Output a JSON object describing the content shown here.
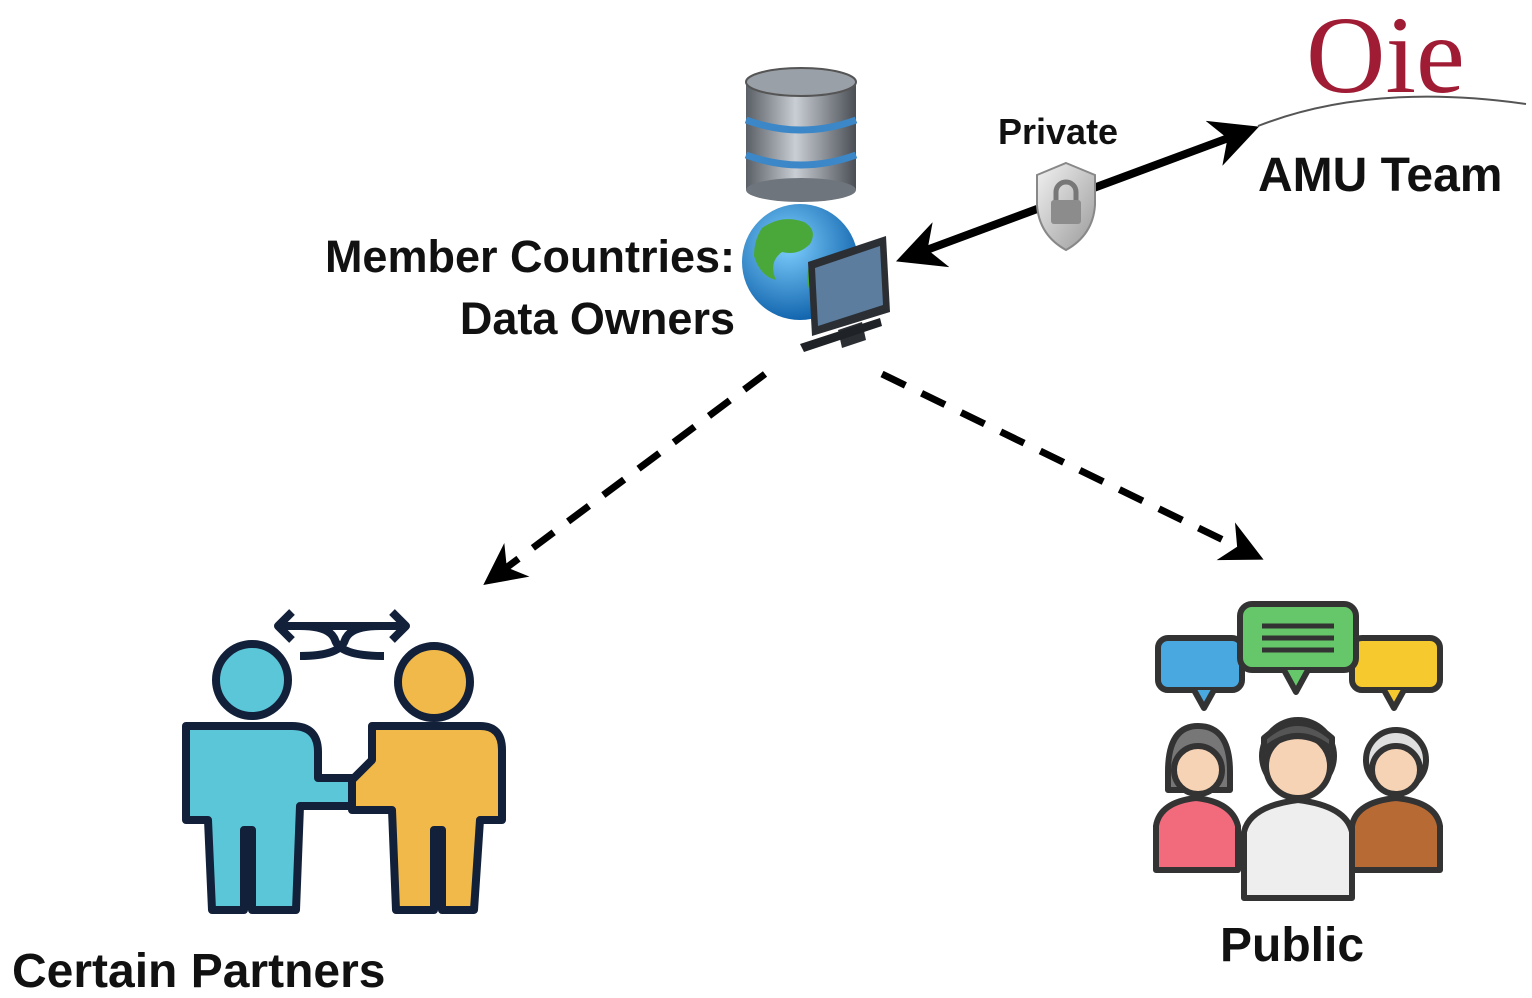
{
  "diagram": {
    "owners": {
      "line1": "Member Countries:",
      "line2": "Data Owners"
    },
    "amu_team": "AMU Team",
    "private_label": "Private",
    "partners": "Certain Partners",
    "public": "Public",
    "logo": "Oie"
  },
  "colors": {
    "logo": "#a01c34",
    "arrow": "#000000",
    "partner_left": "#5bc6d8",
    "partner_right": "#f1b84a",
    "bubble_blue": "#4aa8e0",
    "bubble_green": "#66c76a",
    "bubble_yellow": "#f6c92f",
    "person_pink": "#f26b7d",
    "person_brown": "#b86a34"
  },
  "icons": [
    "database-icon",
    "globe-icon",
    "monitor-icon",
    "shield-lock-icon",
    "partners-handshake-icon",
    "public-group-icon",
    "swap-arrows-icon"
  ]
}
